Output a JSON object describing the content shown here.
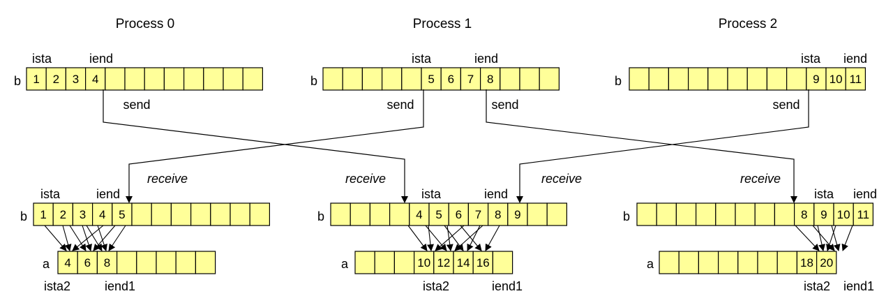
{
  "colors": {
    "cell_fill": "#FFFF99",
    "line": "#000000",
    "background": "#FFFFFF"
  },
  "arrays": {
    "b": "b",
    "a": "a"
  },
  "labels": {
    "ista": "ista",
    "iend": "iend",
    "ista2": "ista2",
    "iend1": "iend1",
    "send": "send",
    "receive": "receive"
  },
  "processes": [
    {
      "title": "Process 0",
      "top_b": [
        "1",
        "2",
        "3",
        "4",
        "",
        "",
        "",
        "",
        "",
        "",
        "",
        ""
      ],
      "bottom_b": [
        "1",
        "2",
        "3",
        "4",
        "5",
        "",
        "",
        "",
        "",
        "",
        "",
        ""
      ],
      "bottom_a": [
        "4",
        "6",
        "8",
        "",
        "",
        "",
        "",
        ""
      ]
    },
    {
      "title": "Process 1",
      "top_b": [
        "",
        "",
        "",
        "",
        "",
        "5",
        "6",
        "7",
        "8",
        "",
        "",
        ""
      ],
      "bottom_b": [
        "",
        "",
        "",
        "",
        "4",
        "5",
        "6",
        "7",
        "8",
        "9",
        "",
        ""
      ],
      "bottom_a": [
        "",
        "",
        "",
        "10",
        "12",
        "14",
        "16",
        ""
      ]
    },
    {
      "title": "Process 2",
      "top_b": [
        "",
        "",
        "",
        "",
        "",
        "",
        "",
        "",
        "",
        "9",
        "10",
        "11"
      ],
      "bottom_b": [
        "",
        "",
        "",
        "",
        "",
        "",
        "",
        "",
        "8",
        "9",
        "10",
        "11"
      ],
      "bottom_a": [
        "",
        "",
        "",
        "",
        "",
        "",
        "",
        "18",
        "20"
      ]
    }
  ]
}
